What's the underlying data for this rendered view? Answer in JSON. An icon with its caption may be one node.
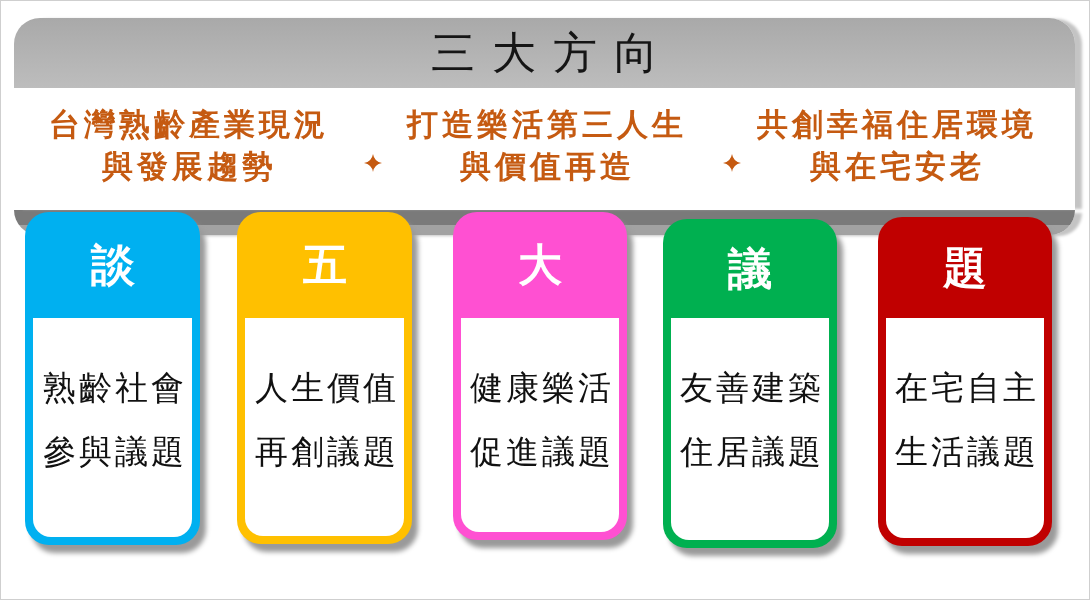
{
  "diagram": {
    "nodes": [
      {
        "text": [
          "三大方向",
          "台灣熟齡產業現況與發展趨勢",
          "打造樂活第三人生與價值再造",
          "共創幸福住居環境與在宅安老"
        ]
      },
      {
        "text": [
          "談",
          "熟齡社會參與議題"
        ]
      },
      {
        "text": [
          "五",
          "人生價值再創議題"
        ]
      },
      {
        "text": [
          "大",
          "健康樂活促進議題"
        ]
      },
      {
        "text": [
          "議",
          "友善建築住居議題"
        ]
      },
      {
        "text": [
          "題",
          "在宅自主生活議題"
        ]
      }
    ]
  }
}
